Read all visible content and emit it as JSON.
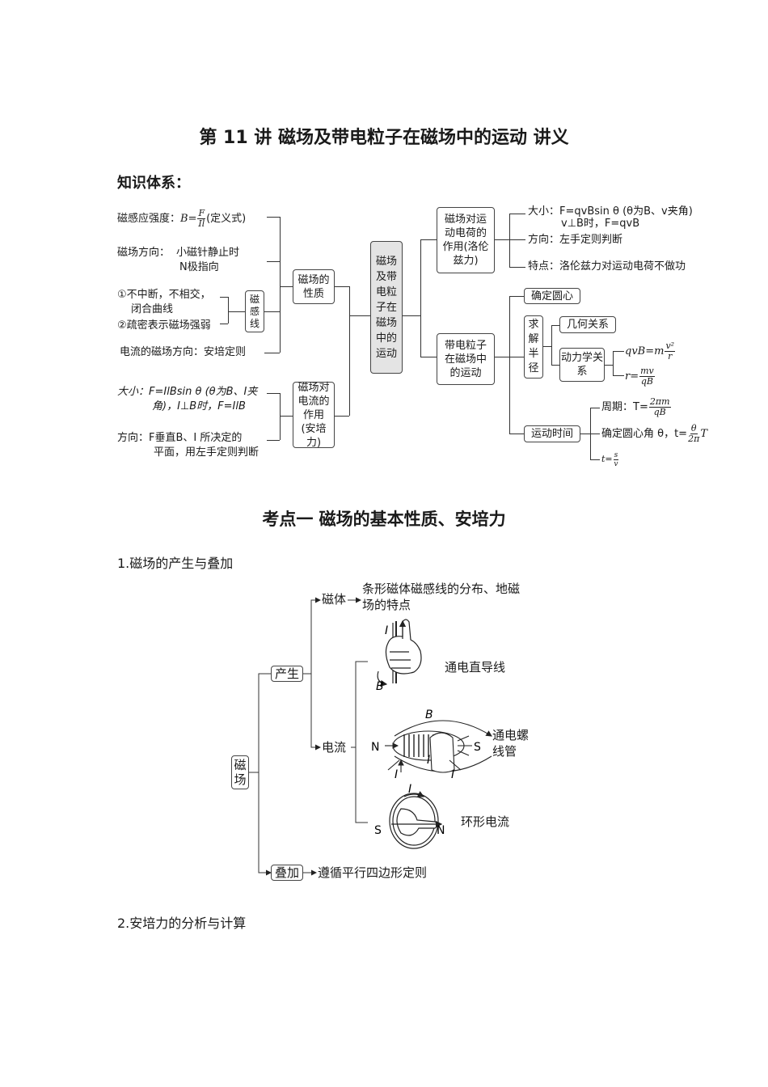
{
  "title": "第 11 讲  磁场及带电粒子在磁场中的运动  讲义",
  "knowledge_label": "知识体系：",
  "map": {
    "center": "磁场及带电粒子在磁场中的运动",
    "left_upper": {
      "node": "磁场的性质",
      "b_def_label": "磁感应强度：",
      "b_def_lhs": "B=",
      "b_def_num": "F",
      "b_def_den": "Il",
      "b_def_note": "(定义式)",
      "dir_label": "磁场方向：",
      "dir_line1": "小磁针静止时",
      "dir_line2": "N极指向",
      "line_node": "磁感线",
      "line_item1_a": "①不中断，不相交，",
      "line_item1_b": "闭合曲线",
      "line_item2": "②疏密表示磁场强弱",
      "current_field": "电流的磁场方向：安培定则"
    },
    "left_lower": {
      "node": "磁场对电流的作用(安培力)",
      "size_a": "大小：F=IlBsin θ (θ为B、I夹",
      "size_b": "角)，I⊥B时，F=IlB",
      "dir_a": "方向：F垂直B、I 所决定的",
      "dir_b": "平面，用左手定则判断"
    },
    "right_upper": {
      "node": "磁场对运动电荷的作用(洛伦兹力)",
      "size_a": "大小：F=qvBsin θ (θ为B、v夹角)",
      "size_b": "v⊥B时，F=qvB",
      "dir": "方向：左手定则判断",
      "feature": "特点：洛伦兹力对运动电荷不做功"
    },
    "right_lower": {
      "node": "带电粒子在磁场中的运动",
      "center_node": "确定圆心",
      "radius_node": "求解半径",
      "geo": "几何关系",
      "dyn": "动力学关系",
      "eq1_lhs": "qvB=m",
      "eq1_num": "v²",
      "eq1_den": "r",
      "eq2_lhs": "r=",
      "eq2_num": "mv",
      "eq2_den": "qB",
      "time_node": "运动时间",
      "period_lhs": "周期：T=",
      "period_num": "2πm",
      "period_den": "qB",
      "angle_lhs": "确定圆心角 θ，t=",
      "angle_num": "θ",
      "angle_den": "2π",
      "angle_tail": "T",
      "t_lhs": "t=",
      "t_num": "s",
      "t_den": "v"
    }
  },
  "section1_title": "考点一    磁场的基本性质、安培力",
  "sub1": "1.磁场的产生与叠加",
  "diagram2": {
    "root": "磁场",
    "produce": "产生",
    "magnet": "磁体",
    "magnet_desc_a": "条形磁体磁感线的分布、地磁",
    "magnet_desc_b": "场的特点",
    "current": "电流",
    "straight": "通电直导线",
    "solenoid_a": "通电螺",
    "solenoid_b": "线管",
    "ring": "环形电流",
    "superpose": "叠加",
    "superpose_desc": "遵循平行四边形定则",
    "lbl_I": "I",
    "lbl_B": "B",
    "lbl_N": "N",
    "lbl_S": "S"
  },
  "sub2": "2.安培力的分析与计算"
}
